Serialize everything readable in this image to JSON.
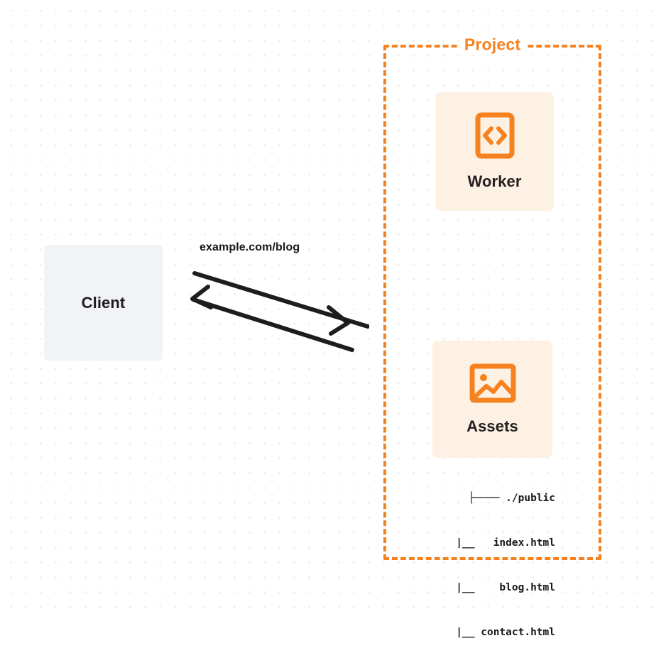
{
  "diagram": {
    "title": "Client to Project (Worker and Assets) request flow",
    "colors": {
      "accent_orange": "#f6821f",
      "node_fill_orange": "#fdf1e4",
      "client_fill_gray": "#f2f3f4",
      "text_dark": "#17181a",
      "background": "#ffffff",
      "dot_grid": "#ebebeb"
    }
  },
  "client": {
    "label": "Client"
  },
  "connection": {
    "label": "example.com/blog",
    "direction": "bidirectional"
  },
  "project": {
    "title": "Project",
    "nodes": [
      {
        "id": "worker",
        "label": "Worker",
        "icon": "code-brackets-icon"
      },
      {
        "id": "assets",
        "label": "Assets",
        "icon": "image-icon"
      }
    ],
    "file_tree": [
      "├──── ./public",
      "    |__   index.html",
      "    |__    blog.html",
      "    |__ contact.html"
    ]
  }
}
